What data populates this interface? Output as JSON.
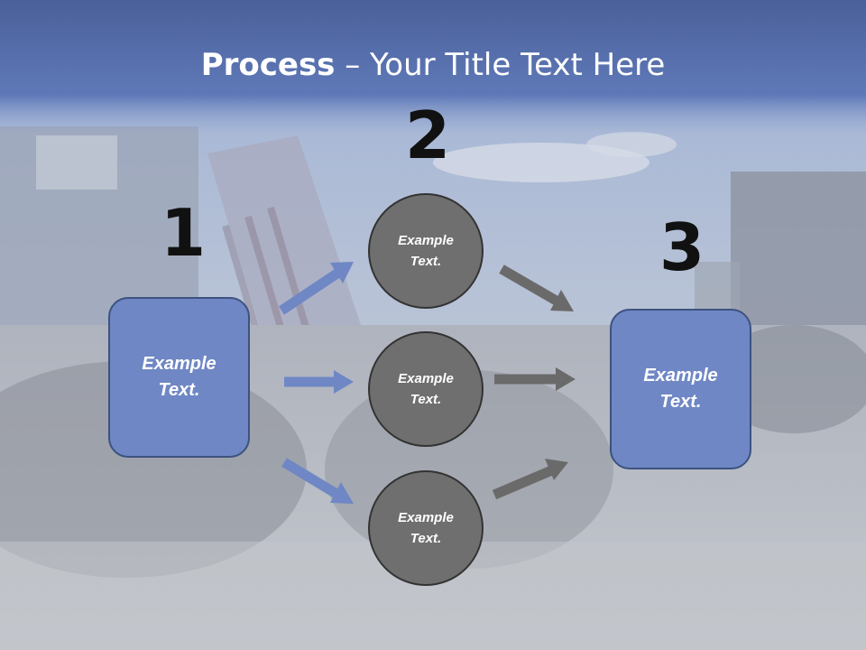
{
  "title": {
    "bold": "Process",
    "rest": " – Your Title Text Here"
  },
  "steps": [
    {
      "number": "1",
      "label": "Example\nText."
    },
    {
      "number": "2",
      "circles": [
        "Example\nText.",
        "Example\nText.",
        "Example\nText."
      ]
    },
    {
      "number": "3",
      "label": "Example\nText."
    }
  ],
  "colors": {
    "box": "#6f87c4",
    "circle": "#6f6f6f",
    "blue_arrow": "#6f87c4",
    "gray_arrow": "#6a6a6a"
  }
}
